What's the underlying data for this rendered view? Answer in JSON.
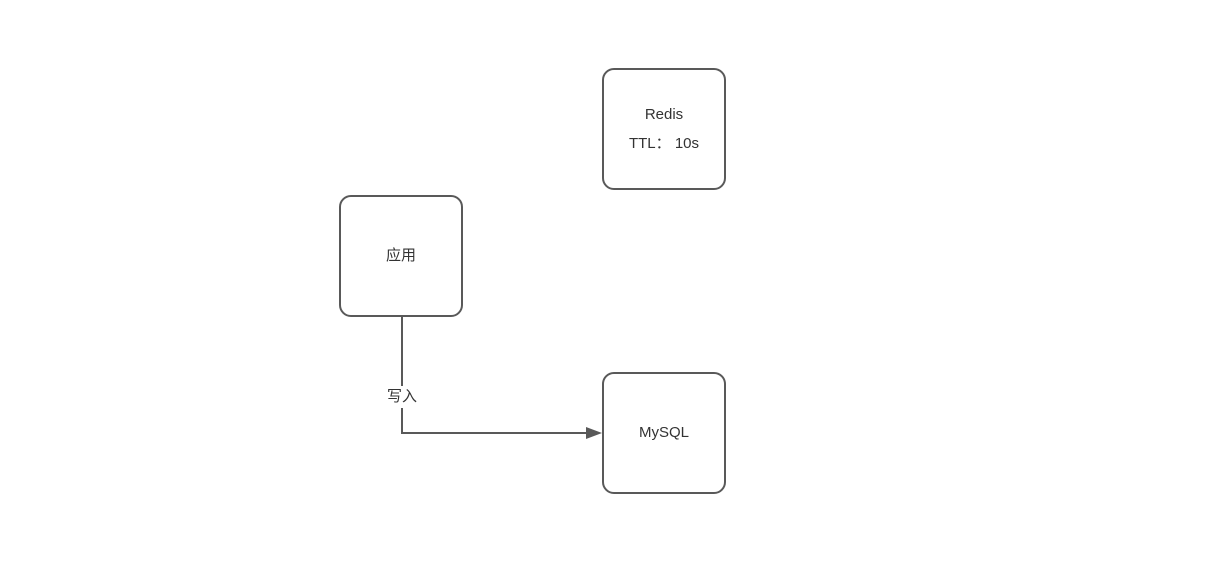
{
  "diagram": {
    "colors": {
      "background": "#ffffff",
      "stroke": "#595959",
      "text": "#333333"
    },
    "nodes": [
      {
        "id": "redis",
        "lines": [
          "Redis",
          "TTL： 10s"
        ]
      },
      {
        "id": "app",
        "lines": [
          "应用"
        ]
      },
      {
        "id": "mysql",
        "lines": [
          "MySQL"
        ]
      }
    ],
    "edges": [
      {
        "from": "app",
        "to": "mysql",
        "label": "写入"
      }
    ]
  }
}
